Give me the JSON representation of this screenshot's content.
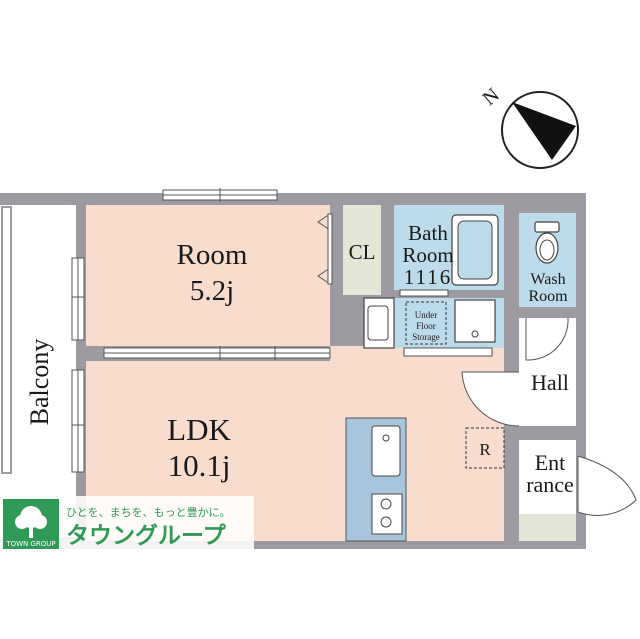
{
  "rooms": {
    "room": {
      "name": "Room",
      "size": "5.2j"
    },
    "ldk": {
      "name": "LDK",
      "size": "10.1j"
    },
    "cl": "CL",
    "bath": {
      "line1": "Bath",
      "line2": "Room",
      "code": "1116"
    },
    "wash": {
      "line1": "Wash",
      "line2": "Room"
    },
    "hall": "Hall",
    "entrance": {
      "line1": "Ent",
      "line2": "rance"
    },
    "balcony": "Balcony",
    "storage": {
      "line1": "Under",
      "line2": "Floor",
      "line3": "Storage"
    },
    "refrigerator_mark": "R"
  },
  "compass": {
    "label": "N"
  },
  "brand": {
    "tagline": "ひとを、まちを、もっと豊かに。",
    "name": "タウングループ",
    "logo_caption": "TOWN GROUP"
  },
  "colors": {
    "room_fill": "#f8dccd",
    "wall": "#9d9aa2",
    "bath_fill": "#bcdcec",
    "cl_fill": "#e4e6d7",
    "kitchen_fill": "#a7c6dc",
    "brand_green": "#2e9a55"
  }
}
